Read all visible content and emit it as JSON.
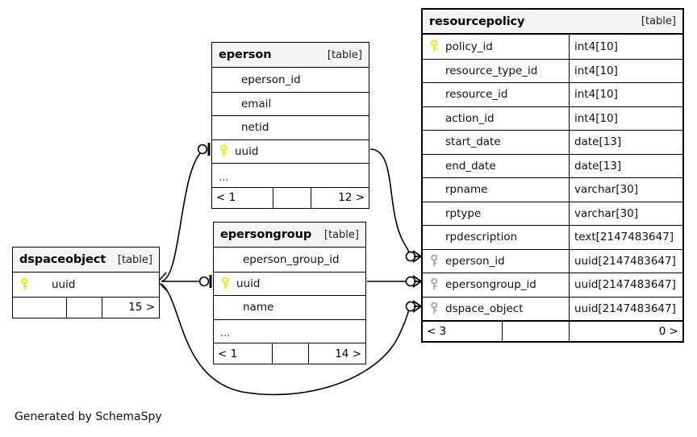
{
  "diagram": {
    "credit": "Generated by SchemaSpy",
    "table_kind_label": "[table]",
    "ellipsis": "...",
    "colors": {
      "primary_key": "#e8e800",
      "foreign_key": "#a8a8a8",
      "header_bg": "#f4f4f4",
      "border": "#000000",
      "text": "#111111"
    }
  },
  "tables": {
    "resourcepolicy": {
      "name": "resourcepolicy",
      "kind": "[table]",
      "columns": [
        {
          "key": "primary",
          "name": "policy_id",
          "type": "int4[10]"
        },
        {
          "key": "none",
          "name": "resource_type_id",
          "type": "int4[10]"
        },
        {
          "key": "none",
          "name": "resource_id",
          "type": "int4[10]"
        },
        {
          "key": "none",
          "name": "action_id",
          "type": "int4[10]"
        },
        {
          "key": "none",
          "name": "start_date",
          "type": "date[13]"
        },
        {
          "key": "none",
          "name": "end_date",
          "type": "date[13]"
        },
        {
          "key": "none",
          "name": "rpname",
          "type": "varchar[30]"
        },
        {
          "key": "none",
          "name": "rptype",
          "type": "varchar[30]"
        },
        {
          "key": "none",
          "name": "rpdescription",
          "type": "text[2147483647]"
        },
        {
          "key": "foreign",
          "name": "eperson_id",
          "type": "uuid[2147483647]"
        },
        {
          "key": "foreign",
          "name": "epersongroup_id",
          "type": "uuid[2147483647]"
        },
        {
          "key": "foreign",
          "name": "dspace_object",
          "type": "uuid[2147483647]"
        }
      ],
      "footer": {
        "left": "< 3",
        "middle": "",
        "right": "0 >"
      }
    },
    "eperson": {
      "name": "eperson",
      "kind": "[table]",
      "columns": [
        {
          "key": "none",
          "name": "eperson_id",
          "type": ""
        },
        {
          "key": "none",
          "name": "email",
          "type": ""
        },
        {
          "key": "none",
          "name": "netid",
          "type": ""
        },
        {
          "key": "primary",
          "name": "uuid",
          "type": ""
        }
      ],
      "more": "...",
      "footer": {
        "left": "< 1",
        "middle": "",
        "right": "12 >"
      }
    },
    "epersongroup": {
      "name": "epersongroup",
      "kind": "[table]",
      "columns": [
        {
          "key": "none",
          "name": "eperson_group_id",
          "type": ""
        },
        {
          "key": "primary",
          "name": "uuid",
          "type": ""
        },
        {
          "key": "none",
          "name": "name",
          "type": ""
        }
      ],
      "more": "...",
      "footer": {
        "left": "< 1",
        "middle": "",
        "right": "14 >"
      }
    },
    "dspaceobject": {
      "name": "dspaceobject",
      "kind": "[table]",
      "columns": [
        {
          "key": "primary",
          "name": "uuid",
          "type": ""
        }
      ],
      "footer": {
        "left": "",
        "middle": "",
        "right": "15 >"
      }
    }
  },
  "relationships": [
    {
      "from": "eperson.uuid",
      "to": "resourcepolicy.eperson_id",
      "from_card": "zero-or-one",
      "to_card": "many"
    },
    {
      "from": "epersongroup.uuid",
      "to": "resourcepolicy.epersongroup_id",
      "from_card": "zero-or-one",
      "to_card": "many"
    },
    {
      "from": "dspaceobject.uuid",
      "to": "eperson.uuid",
      "from_card": "many",
      "to_card": "zero-or-one"
    },
    {
      "from": "dspaceobject.uuid",
      "to": "epersongroup.uuid",
      "from_card": "many",
      "to_card": "zero-or-one"
    },
    {
      "from": "dspaceobject.uuid",
      "to": "resourcepolicy.dspace_object",
      "from_card": "many",
      "to_card": "many"
    }
  ]
}
